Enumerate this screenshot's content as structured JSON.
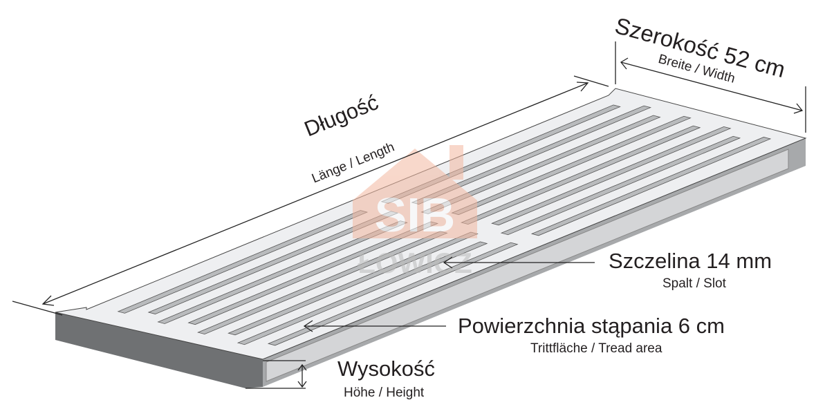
{
  "length": {
    "title": "Długość",
    "subtitle": "Länge / Length"
  },
  "width": {
    "title": "Szerokość 52 cm",
    "subtitle": "Breite / Width"
  },
  "slot": {
    "title": "Szczelina 14 mm",
    "subtitle": "Spalt / Slot"
  },
  "tread": {
    "title": "Powierzchnia stąpania 6 cm",
    "subtitle": "Trittfläche / Tread area"
  },
  "height": {
    "title": "Wysokość",
    "subtitle": "Höhe / Height"
  },
  "watermark": {
    "logo": "SIB",
    "city": "ŁOWICZ"
  },
  "colors": {
    "surface": "#eeeff1",
    "side": "#8e9092",
    "end": "#6f7173",
    "slot": "#b9bbbd",
    "watermark": "#f3b8a0"
  }
}
